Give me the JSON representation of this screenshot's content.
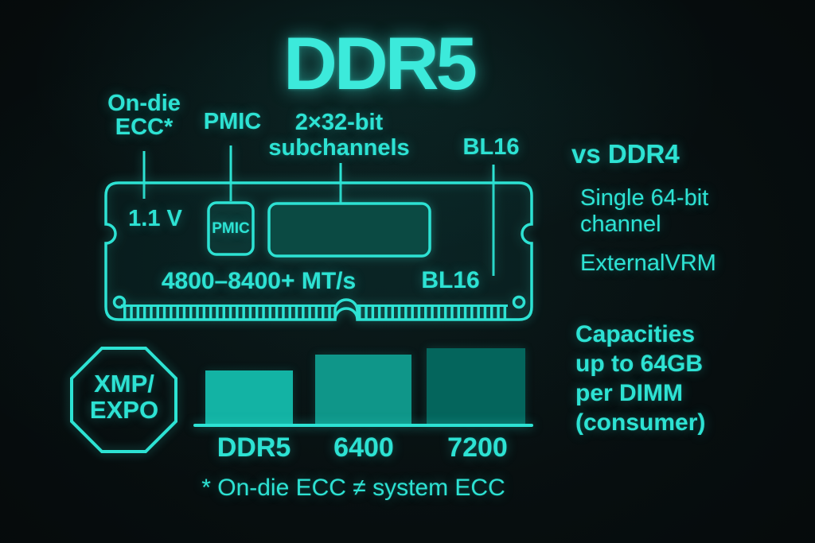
{
  "title": "DDR5",
  "callouts": {
    "ondie_ecc": "On-die\nECC*",
    "pmic": "PMIC",
    "subchannels": "2×32-bit\nsubchannels",
    "bl16": "BL16"
  },
  "dimm": {
    "voltage": "1.1 V",
    "pmic_chip": "PMIC",
    "speed_range": "4800–8400+ MT/s",
    "burst_length": "BL16"
  },
  "badge": {
    "label": "XMP/\nEXPO"
  },
  "comparison": {
    "heading": "vs DDR4",
    "channel": "Single 64-bit\nchannel",
    "vrm": "ExternalVRM",
    "capacity": "Capacities\nup to 64GB\nper DIMM\n(consumer)"
  },
  "chart_data": {
    "type": "bar",
    "categories": [
      "DDR5",
      "6400",
      "7200"
    ],
    "values": [
      67,
      87,
      95
    ],
    "unit": "relative bar height in px (no numeric axis shown)",
    "bar_colors": [
      "#13b3a4",
      "#0f9689",
      "#04655c"
    ],
    "baseline_color": "#2de2d3",
    "title": "",
    "xlabel": "",
    "ylabel": "",
    "legend": "none",
    "grid": "off"
  },
  "footnote": "* On-die ECC ≠ system ECC",
  "colors": {
    "background": "#060c0d",
    "accent": "#2de2d3",
    "subchannel_fill": "#0b4a43"
  }
}
